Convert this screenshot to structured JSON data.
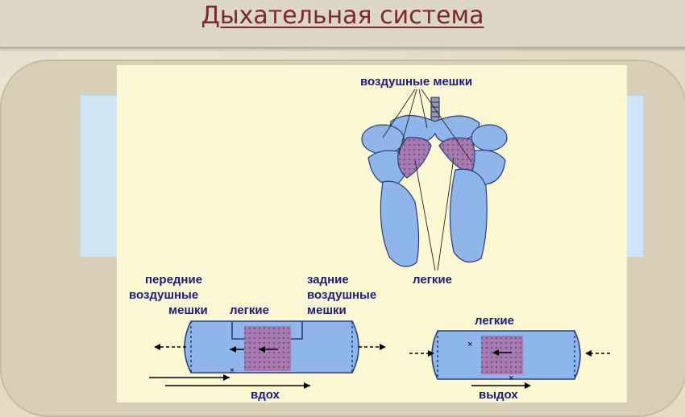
{
  "slide": {
    "title": "Дыхательная система"
  },
  "diagram": {
    "labels": {
      "air_sacs": "воздушные мешки",
      "lungs_top": "легкие",
      "front_air_sacs_1": "передние",
      "front_air_sacs_2": "воздушные",
      "front_air_sacs_3": "мешки",
      "lungs_left": "легкие",
      "rear_air_sacs_1": "задние",
      "rear_air_sacs_2": "воздушные",
      "rear_air_sacs_3": "мешки",
      "lungs_right": "легкие",
      "inhale": "вдох",
      "exhale": "выдох"
    },
    "colors": {
      "sac_blue": "#8fb6ea",
      "lung_purple": "#a67bb0",
      "label_navy": "#1e1a7a",
      "title_maroon": "#7a2a2a"
    }
  }
}
